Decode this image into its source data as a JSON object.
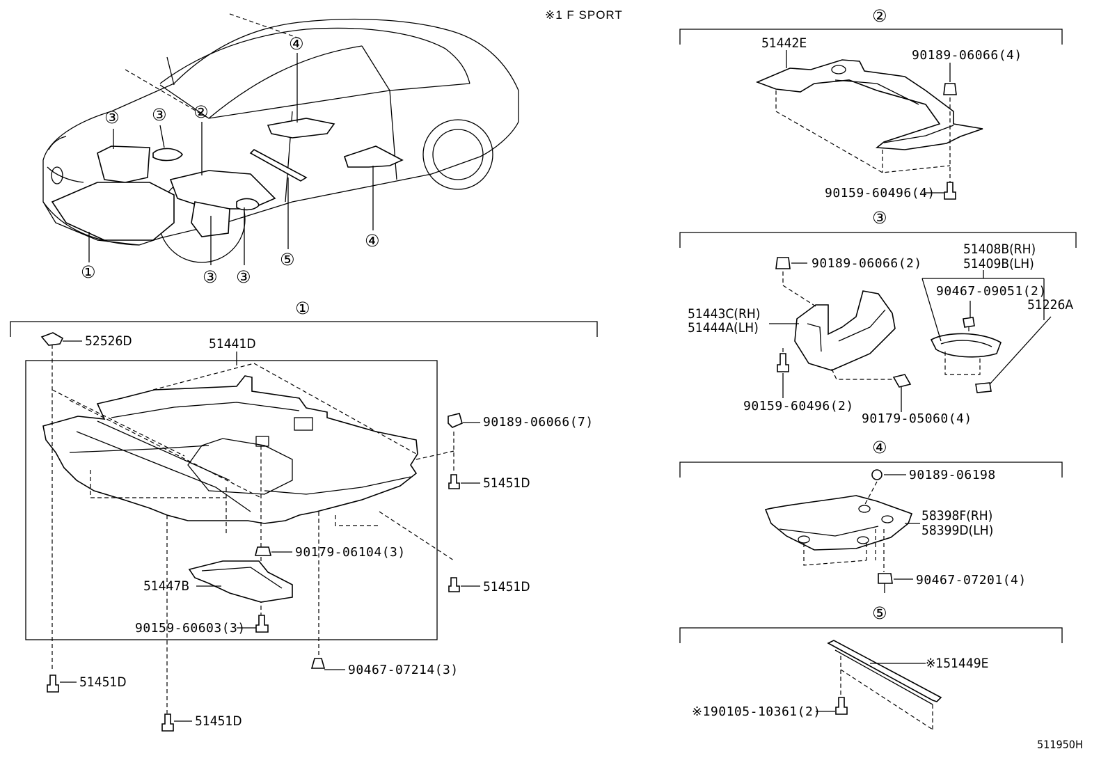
{
  "header": {
    "note": "※1 F SPORT",
    "diagram_id": "511950H"
  },
  "overview": {
    "callouts": [
      "③",
      "③",
      "②",
      "④",
      "①",
      "③",
      "③",
      "⑤",
      "④"
    ]
  },
  "section1": {
    "number": "①",
    "parts": {
      "p52526D": "52526D",
      "p51441D": "51441D",
      "p90189_7": "90189-06066(7)",
      "p51451D_a": "51451D",
      "p51451D_b": "51451D",
      "p90179": "90179-06104(3)",
      "p51447B": "51447B",
      "p90159": "90159-60603(3)",
      "p90467": "90467-07214(3)",
      "p51451D_c": "51451D",
      "p51451D_d": "51451D"
    }
  },
  "section2": {
    "number": "②",
    "parts": {
      "p51442E": "51442E",
      "p90189": "90189-06066(4)",
      "p90159": "90159-60496(4)"
    }
  },
  "section3": {
    "number": "③",
    "parts": {
      "p90189": "90189-06066(2)",
      "p51408B": "51408B(RH)",
      "p51409B": "51409B(LH)",
      "p90467": "90467-09051(2)",
      "p51226A": "51226A",
      "p51443C": "51443C(RH)",
      "p51444A": "51444A(LH)",
      "p90159": "90159-60496(2)",
      "p90179": "90179-05060(4)"
    }
  },
  "section4": {
    "number": "④",
    "parts": {
      "p90189": "90189-06198",
      "p58398F": "58398F(RH)",
      "p58399D": "58399D(LH)",
      "p90467": "90467-07201(4)"
    }
  },
  "section5": {
    "number": "⑤",
    "parts": {
      "p51449E": "※151449E",
      "p90105": "※190105-10361(2)"
    }
  }
}
